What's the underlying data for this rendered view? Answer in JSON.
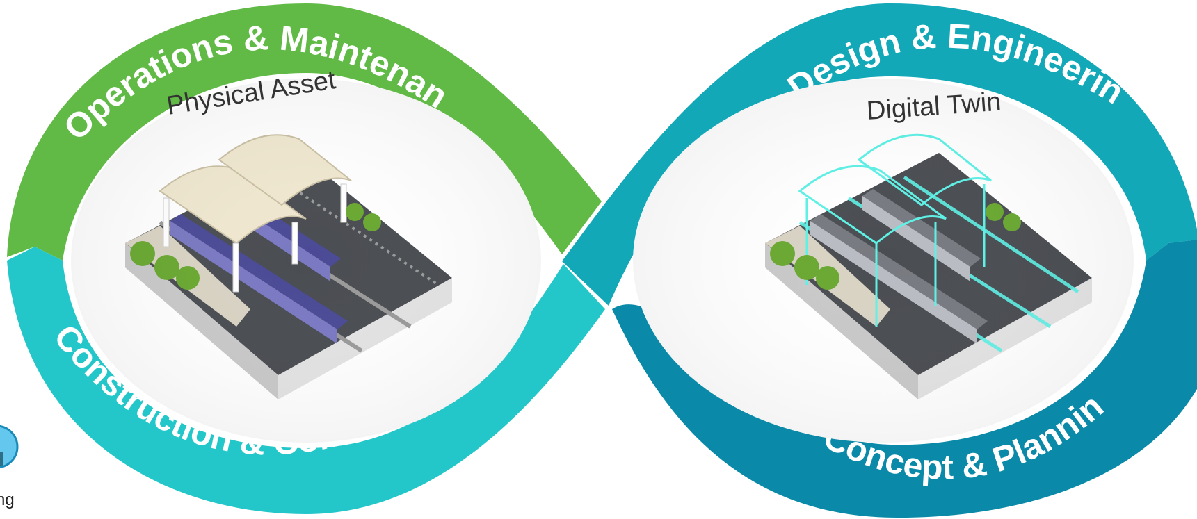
{
  "diagram": {
    "left_loop": {
      "top_band": {
        "label": "Operations & Maintenance",
        "color": "#62ba46"
      },
      "bottom_band": {
        "label": "Construction & Commissioning",
        "color": "#24c7c9"
      },
      "center_label": "Physical Asset",
      "illustration": "physical-rail-station"
    },
    "right_loop": {
      "top_band": {
        "label": "Design & Engineering",
        "color": "#12a8b8"
      },
      "bottom_band": {
        "label": "Concept & Planning",
        "color": "#0a8aa8"
      },
      "center_label": "Digital Twin",
      "illustration": "digital-twin-rail-station"
    },
    "edge_label": "ng"
  }
}
